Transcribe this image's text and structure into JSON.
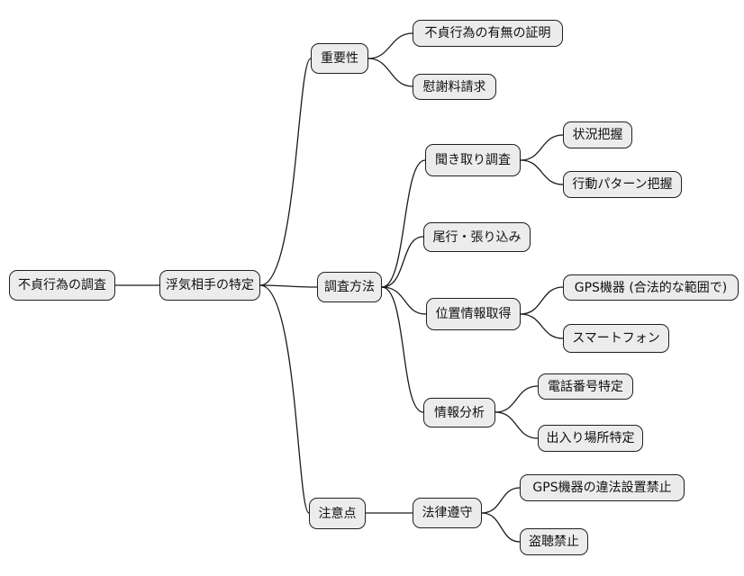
{
  "diagram": {
    "type": "mindmap",
    "orientation": "left-to-right",
    "background_color": "#ffffff",
    "node_fill_color": "#ececec",
    "node_border_color": "#1f1f1f",
    "edge_color": "#1a1a1a"
  },
  "mindmap": {
    "root": {
      "label": "不貞行為の調査",
      "children": [
        {
          "label": "浮気相手の特定",
          "children": [
            {
              "label": "重要性",
              "children": [
                {
                  "label": "不貞行為の有無の証明"
                },
                {
                  "label": "慰謝料請求"
                }
              ]
            },
            {
              "label": "調査方法",
              "children": [
                {
                  "label": "聞き取り調査",
                  "children": [
                    {
                      "label": "状況把握"
                    },
                    {
                      "label": "行動パターン把握"
                    }
                  ]
                },
                {
                  "label": "尾行・張り込み"
                },
                {
                  "label": "位置情報取得",
                  "children": [
                    {
                      "label": "GPS機器 (合法的な範囲で)"
                    },
                    {
                      "label": "スマートフォン"
                    }
                  ]
                },
                {
                  "label": "情報分析",
                  "children": [
                    {
                      "label": "電話番号特定"
                    },
                    {
                      "label": "出入り場所特定"
                    }
                  ]
                }
              ]
            },
            {
              "label": "注意点",
              "children": [
                {
                  "label": "法律遵守",
                  "children": [
                    {
                      "label": "GPS機器の違法設置禁止"
                    },
                    {
                      "label": "盗聴禁止"
                    }
                  ]
                }
              ]
            }
          ]
        }
      ]
    }
  }
}
